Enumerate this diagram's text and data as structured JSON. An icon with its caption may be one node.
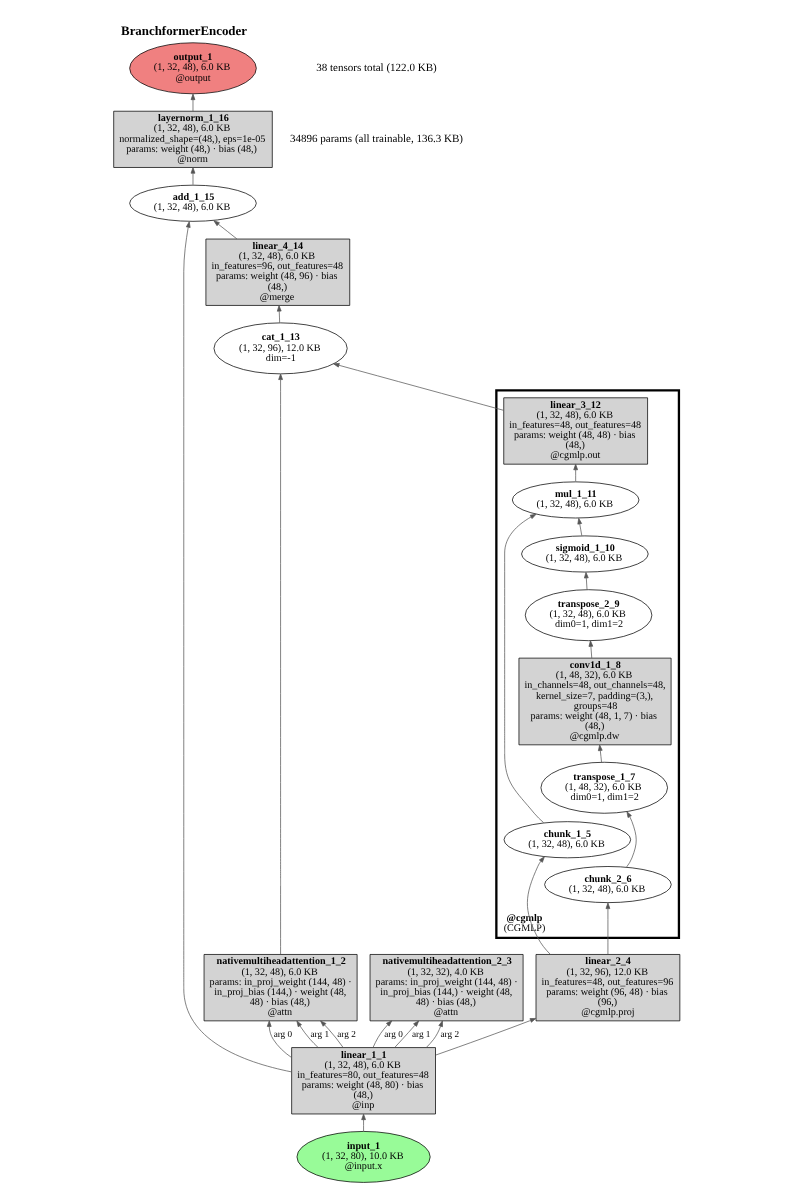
{
  "diagram": {
    "title": "BranchformerEncoder",
    "nodes": [
      {
        "text": [
          "output_1",
          "(1, 32, 48), 6.0 KB",
          "@output"
        ]
      },
      {
        "text": [
          "layernorm_1_16",
          "(1, 32, 48), 6.0 KB",
          "normalized_shape=(48,), eps=1e-05",
          "params: weight (48,) · bias (48,)",
          "@norm"
        ]
      },
      {
        "text": [
          "add_1_15",
          "(1, 32, 48), 6.0 KB"
        ]
      },
      {
        "text": [
          "linear_4_14",
          "(1, 32, 48), 6.0 KB",
          "in_features=96, out_features=48",
          "params: weight (48, 96) · bias (48,)",
          "@merge"
        ]
      },
      {
        "text": [
          "cat_1_13",
          "(1, 32, 96), 12.0 KB",
          "dim=-1"
        ]
      },
      {
        "text": [
          "@cgmlp",
          "(CGMLP)"
        ]
      },
      {
        "text": [
          "linear_3_12",
          "(1, 32, 48), 6.0 KB",
          "in_features=48, out_features=48",
          "params: weight (48, 48) · bias (48,)",
          "@cgmlp.out"
        ],
        "in": 5
      },
      {
        "text": [
          "mul_1_11",
          "(1, 32, 48), 6.0 KB"
        ],
        "in": 5
      },
      {
        "text": [
          "sigmoid_1_10",
          "(1, 32, 48), 6.0 KB"
        ],
        "in": 5
      },
      {
        "text": [
          "transpose_2_9",
          "(1, 32, 48), 6.0 KB",
          "dim0=1, dim1=2"
        ],
        "in": 5
      },
      {
        "text": [
          "conv1d_1_8",
          "(1, 48, 32), 6.0 KB",
          "in_channels=48, out_channels=48, kernel_size=7, padding=(3,), groups=48",
          "params: weight (48, 1, 7) · bias (48,)",
          "@cgmlp.dw"
        ],
        "in": 5
      },
      {
        "text": [
          "transpose_1_7",
          "(1, 48, 32), 6.0 KB",
          "dim0=1, dim1=2"
        ],
        "in": 5
      },
      {
        "text": [
          "chunk_1_5",
          "(1, 32, 48), 6.0 KB"
        ],
        "in": 5
      },
      {
        "text": [
          "chunk_2_6",
          "(1, 32, 48), 6.0 KB"
        ],
        "in": 5
      },
      {
        "text": [
          "nativemultiheadattention_1_2",
          "(1, 32, 48), 6.0 KB",
          "params: in_proj_weight (144, 48) · in_proj_bias (144,) · weight (48, 48) · bias (48,)",
          "@attn"
        ]
      },
      {
        "text": [
          "nativemultiheadattention_2_3",
          "(1, 32, 32), 4.0 KB",
          "params: in_proj_weight (144, 48) · in_proj_bias (144,) · weight (48, 48) · bias (48,)",
          "@attn"
        ]
      },
      {
        "text": [
          "linear_2_4",
          "(1, 32, 96), 12.0 KB",
          "in_features=48, out_features=96",
          "params: weight (96, 48) · bias (96,)",
          "@cgmlp.proj"
        ]
      },
      {
        "text": [
          "linear_1_1",
          "(1, 32, 48), 6.0 KB",
          "in_features=80, out_features=48",
          "params: weight (48, 80) · bias (48,)",
          "@inp"
        ]
      },
      {
        "text": [
          "input_1",
          "(1, 32, 80), 10.0 KB",
          "@input.x"
        ]
      }
    ],
    "edges": [
      {
        "from": 18,
        "to": 17,
        "arrow": "to"
      },
      {
        "from": 17,
        "to": 14,
        "arrow": "to",
        "label": "arg 0"
      },
      {
        "from": 17,
        "to": 14,
        "arrow": "to",
        "label": "arg 1"
      },
      {
        "from": 17,
        "to": 14,
        "arrow": "to",
        "label": "arg 2"
      },
      {
        "from": 17,
        "to": 15,
        "arrow": "to",
        "label": "arg 0"
      },
      {
        "from": 17,
        "to": 15,
        "arrow": "to",
        "label": "arg 1"
      },
      {
        "from": 17,
        "to": 15,
        "arrow": "to",
        "label": "arg 2"
      },
      {
        "from": 17,
        "to": 16,
        "arrow": "to"
      },
      {
        "from": 17,
        "to": 2,
        "arrow": "to"
      },
      {
        "from": 16,
        "to": 12,
        "arrow": "to"
      },
      {
        "from": 16,
        "to": 13,
        "arrow": "to"
      },
      {
        "from": 13,
        "to": 11,
        "arrow": "to"
      },
      {
        "from": 11,
        "to": 10,
        "arrow": "to"
      },
      {
        "from": 10,
        "to": 9,
        "arrow": "to"
      },
      {
        "from": 9,
        "to": 8,
        "arrow": "to"
      },
      {
        "from": 8,
        "to": 7,
        "arrow": "to"
      },
      {
        "from": 12,
        "to": 7,
        "arrow": "to"
      },
      {
        "from": 7,
        "to": 6,
        "arrow": "to"
      },
      {
        "from": 6,
        "to": 4,
        "arrow": "to"
      },
      {
        "from": 14,
        "to": 4,
        "arrow": "to"
      },
      {
        "from": 4,
        "to": 3,
        "arrow": "to"
      },
      {
        "from": 3,
        "to": 2,
        "arrow": "to"
      },
      {
        "from": 2,
        "to": 1,
        "arrow": "to"
      },
      {
        "from": 1,
        "to": 0,
        "arrow": "to"
      }
    ],
    "labels": [
      "38 tensors total (122.0 KB)",
      "34896 params (all trainable, 136.3 KB)"
    ]
  }
}
